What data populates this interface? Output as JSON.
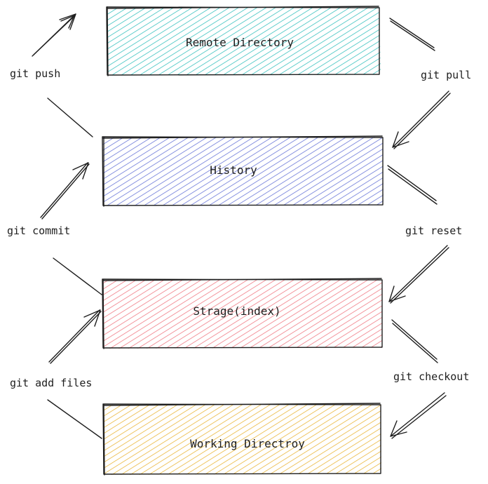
{
  "boxes": {
    "remote": {
      "label": "Remote Directory",
      "color": "#3cc2bf"
    },
    "history": {
      "label": "History",
      "color": "#6b78d8"
    },
    "stage": {
      "label": "Strage(index)",
      "color": "#f07c86"
    },
    "working": {
      "label": "Working Directroy",
      "color": "#eab73c"
    }
  },
  "commands": {
    "push": "git push",
    "pull": "git pull",
    "commit": "git commit",
    "reset": "git reset",
    "add": "git add files",
    "checkout": "git checkout"
  }
}
